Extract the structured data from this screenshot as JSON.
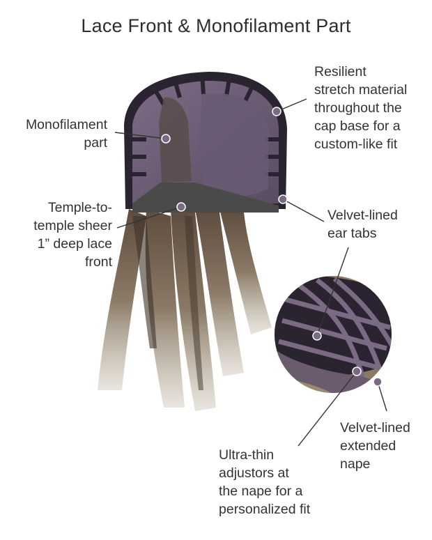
{
  "title": "Lace Front & Monofilament Part",
  "callouts": {
    "monofilament_part": [
      "Monofilament",
      "part"
    ],
    "stretch_material": [
      "Resilient",
      "stretch material",
      "throughout the",
      "cap base for a",
      "custom-like fit"
    ],
    "lace_front": [
      "Temple-to-",
      "temple sheer",
      "1” deep lace",
      "front"
    ],
    "ear_tabs": [
      "Velvet-lined",
      "ear tabs"
    ],
    "extended_nape": [
      "Velvet-lined",
      "extended",
      "nape"
    ],
    "adjustors": [
      "Ultra-thin",
      "adjustors at",
      "the nape for a",
      "personalized fit"
    ]
  },
  "colors": {
    "cap": "#6b5b73",
    "cap_dark": "#2a2430",
    "hair": "#7a6a58",
    "lace": "#5a5a58",
    "leader": "#333333"
  }
}
